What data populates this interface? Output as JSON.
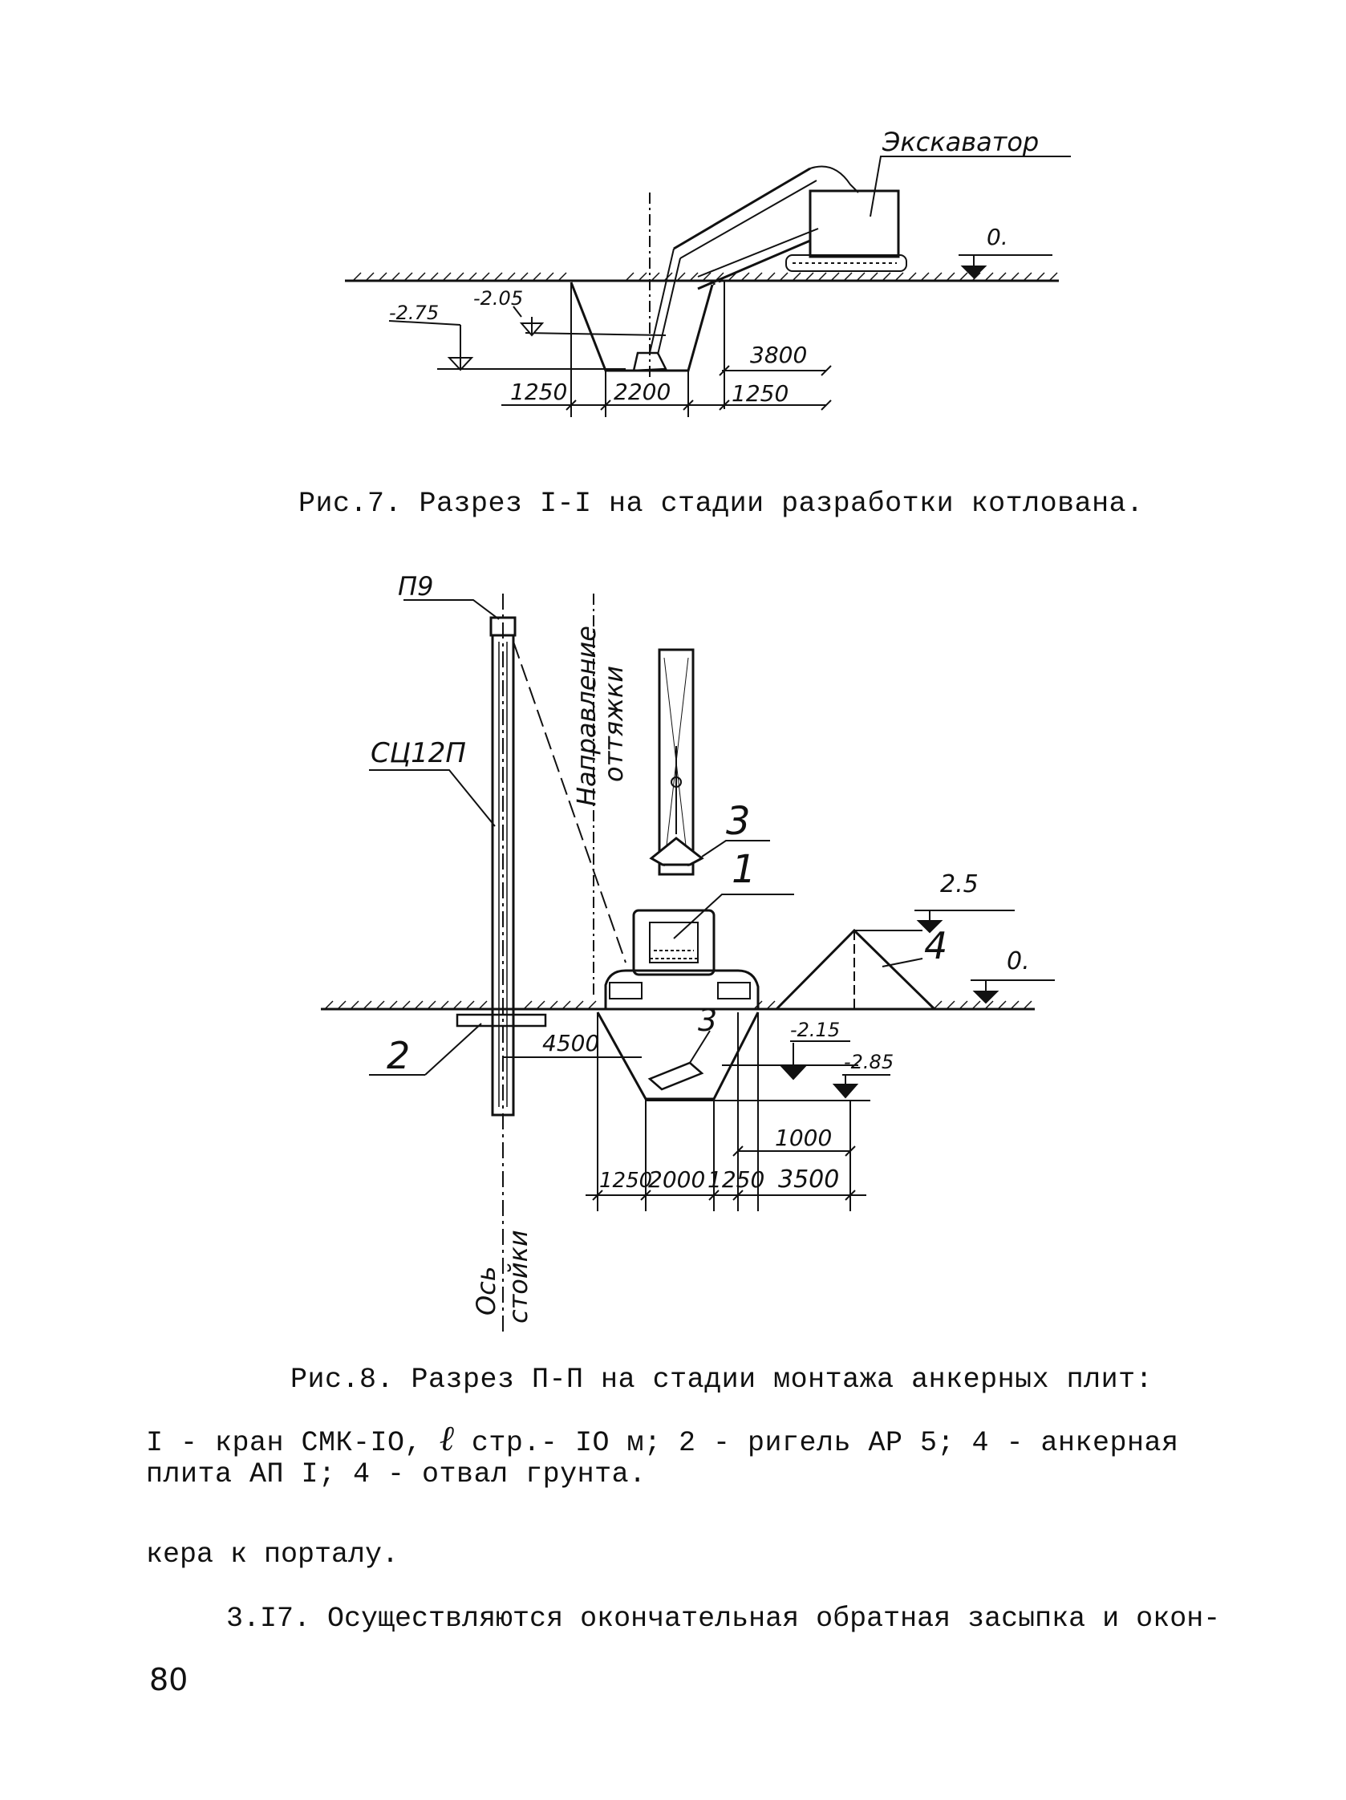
{
  "fig7": {
    "excavator_label": "Экскаватор",
    "level_zero": "0.",
    "level_205": "-2.05",
    "level_275": "-2.75",
    "dim_3800": "3800",
    "dim_1250_left": "1250",
    "dim_2200": "2200",
    "dim_1250_right": "1250",
    "caption": "Рис.7. Разрез I-I на стадии разработки котлована."
  },
  "fig8": {
    "label_p9": "П9",
    "label_sc12p": "СЦ12П",
    "label_direction": "Направление",
    "label_direction2": "оттяжки",
    "label_3_top": "3",
    "label_1": "1",
    "label_25": "2.5",
    "label_4": "4",
    "level_zero": "0.",
    "label_2": "2",
    "dim_4500": "4500",
    "label_3_bottom": "3",
    "level_215": "-2.15",
    "level_285": "-2.85",
    "dim_1000": "1000",
    "dim_1250_a": "1250",
    "dim_2000": "2000",
    "dim_1250_b": "1250",
    "dim_3500": "3500",
    "axis_label_1": "Ось",
    "axis_label_2": "стойки",
    "caption": "Рис.8. Разрез П-П на стадии монтажа анкерных плит:",
    "legend_a": "I - кран СМК-IO,",
    "legend_l": "ℓ",
    "legend_b": "стр.- IO м;  2 - ригель АР 5;  4 - анкерная",
    "legend_line2": "плита АП I;  4 - отвал грунта."
  },
  "text": {
    "line1": "кера к порталу.",
    "line2": "3.I7. Осуществляются окончательная обратная засыпка и окон-"
  },
  "page_number": "80"
}
